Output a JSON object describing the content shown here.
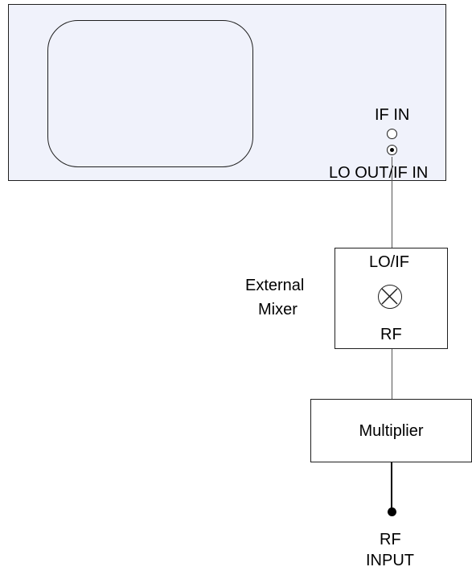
{
  "instrument": {
    "if_in_label": "IF IN",
    "lo_out_if_in_label": "LO OUT/IF IN"
  },
  "mixer": {
    "side_label_line1": "External",
    "side_label_line2": "Mixer",
    "top_label": "LO/IF",
    "bottom_label": "RF"
  },
  "multiplier": {
    "label": "Multiplier"
  },
  "rf_input": {
    "label_line1": "RF",
    "label_line2": "INPUT"
  }
}
